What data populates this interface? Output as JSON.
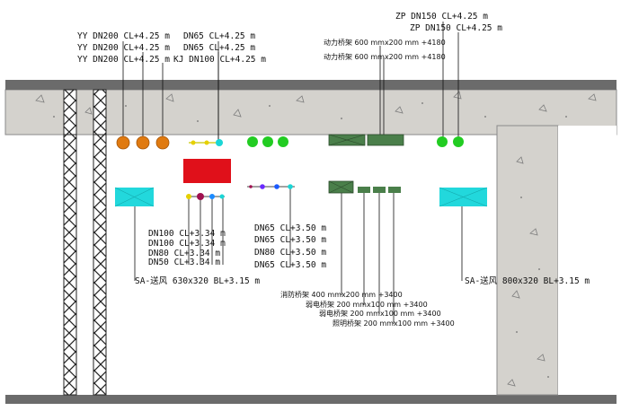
{
  "colors": {
    "concrete": "#d4d2cd",
    "concrete_border": "#7a7a7a",
    "slab_dark": "#5a5a5a",
    "pipe_orange": "#e07a10",
    "pipe_green": "#22cc22",
    "pipe_cyan": "#1ad6d6",
    "duct_cyan": "#22d8dc",
    "tray_green": "#4a7f4a",
    "red_block": "#e0101a",
    "leader": "#111111"
  },
  "labels": {
    "yy_top_1": "YY DN200 CL+4.25 m",
    "yy_top_2": "YY DN200 CL+4.25 m",
    "yy_top_3": "YY DN200 CL+4.25 m",
    "dn65_top_1": "DN65 CL+4.25 m",
    "dn65_top_2": "DN65 CL+4.25 m",
    "kj_top": "KJ DN100 CL+4.25 m",
    "zp_1": "ZP DN150 CL+4.25 m",
    "zp_2": "ZP DN150 CL+4.25 m",
    "power_tray_1": "动力桥架 600 mmx200 mm +4180",
    "power_tray_2": "动力桥架 600 mmx200 mm +4180",
    "dn_mid_1": "DN100 CL+3.34 m",
    "dn_mid_2": "DN100 CL+3.34 m",
    "dn_mid_3": "DN80 CL+3.34 m",
    "dn_mid_4": "DN50 CL+3.34 m",
    "dn_right_1": "DN65 CL+3.50 m",
    "dn_right_2": "DN65 CL+3.50 m",
    "dn_right_3": "DN80 CL+3.50 m",
    "dn_right_4": "DN65 CL+3.50 m",
    "sa_left": "SA-送风 630x320 BL+3.15 m",
    "sa_right": "SA-送风 800x320 BL+3.15 m",
    "fire_tray": "消防桥架 400 mmx200 mm +3400",
    "weak_tray_1": "弱电桥架 200 mmx100 mm +3400",
    "weak_tray_2": "弱电桥架 200 mmx100 mm +3400",
    "light_tray": "照明桥架 200 mmx100 mm +3400"
  }
}
